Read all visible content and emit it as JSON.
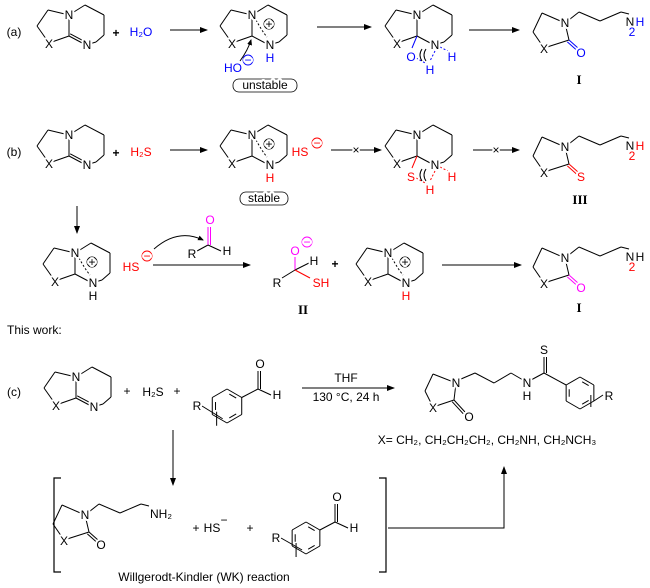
{
  "labels": {
    "a": "(a)",
    "b": "(b)",
    "c": "(c)"
  },
  "atoms": {
    "N": "N",
    "X": "X",
    "H": "H",
    "O": "O",
    "S": "S",
    "R": "R",
    "NH": "NH",
    "sub2": "2",
    "NH2": "NH₂",
    "HO": "HO",
    "HS": "HS",
    "SH": "SH",
    "H2O": "H₂O",
    "H2S": "H₂S",
    "plus": "+",
    "pos": "+",
    "neg": "−",
    "cross": "×"
  },
  "tags": {
    "unstable": "unstable",
    "stable": "stable"
  },
  "compound_labels": {
    "I": "I",
    "II": "II",
    "III": "III"
  },
  "this_work": "This work:",
  "conditions": {
    "solvent": "THF",
    "temp_time": "130 °C, 24 h"
  },
  "x_definition": "X= CH₂, CH₂CH₂CH₂, CH₂NH, CH₂NCH₃",
  "wk_label": "Willgerodt-Kindler (WK) reaction",
  "colors": {
    "water": "#0000ff",
    "sulfur": "#ff0000",
    "aldehyde": "#ff00ff",
    "ink": "#000000"
  }
}
